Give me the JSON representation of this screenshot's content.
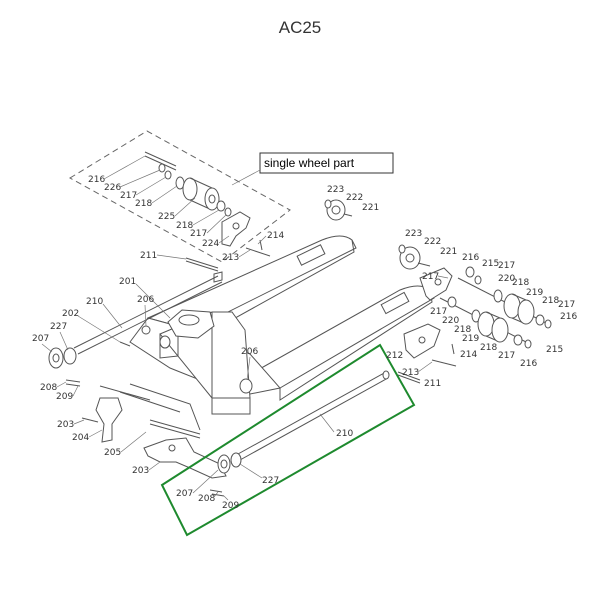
{
  "title": "AC25",
  "callout": {
    "text": "single wheel part"
  },
  "highlight": {
    "color": "#1e8a2e"
  },
  "part_labels": {
    "p216a": "216",
    "p226": "226",
    "p217a": "217",
    "p218a": "218",
    "p225": "225",
    "p218b": "218",
    "p217b": "217",
    "p224": "224",
    "p214a": "214",
    "p213a": "213",
    "p223a": "223",
    "p222a": "222",
    "p221a": "221",
    "p223b": "223",
    "p222b": "222",
    "p221b": "221",
    "p217c": "217",
    "p216b": "216",
    "p215a": "215",
    "p217d": "217",
    "p220a": "220",
    "p219a": "219",
    "p218c": "218",
    "p217e": "217",
    "p216c": "216",
    "p217f": "217",
    "p220b": "220",
    "p218d": "218",
    "p219b": "219",
    "p218e": "218",
    "p217g": "217",
    "p215b": "215",
    "p216d": "216",
    "p214b": "214",
    "p213b": "213",
    "p211b": "211",
    "p212": "212",
    "p211a": "211",
    "p201": "201",
    "p210a": "210",
    "p206a": "206",
    "p202": "202",
    "p227a": "227",
    "p207a": "207",
    "p208a": "208",
    "p209a": "209",
    "p206b": "206",
    "p203a": "203",
    "p204": "204",
    "p205": "205",
    "p203b": "203",
    "p210b": "210",
    "p227b": "227",
    "p207b": "207",
    "p208b": "208",
    "p209b": "209"
  }
}
